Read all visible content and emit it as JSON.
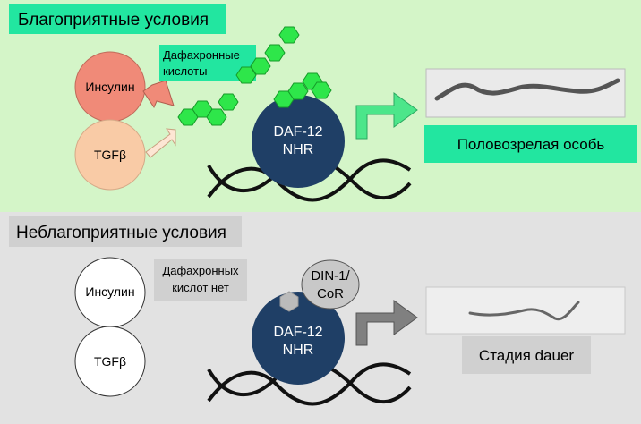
{
  "top_panel": {
    "title": "Благоприятные условия",
    "insulin_label": "Инсулин",
    "tgfb_label": "TGFβ",
    "acids_label_line1": "Дафахронные",
    "acids_label_line2": "кислоты",
    "receptor_line1": "DAF-12",
    "receptor_line2": "NHR",
    "outcome_label": "Половозрелая особь"
  },
  "bottom_panel": {
    "title": "Неблагоприятные условия",
    "insulin_label": "Инсулин",
    "tgfb_label": "TGFβ",
    "no_acids_line1": "Дафахронных",
    "no_acids_line2": "кислот нет",
    "corepressor_line1": "DIN-1/",
    "corepressor_line2": "CoR",
    "receptor_line1": "DAF-12",
    "receptor_line2": "NHR",
    "outcome_label": "Стадия dauer"
  },
  "colors": {
    "favorable_bg": "#d4f5c8",
    "unfavorable_bg": "#e2e2e2",
    "title_highlight_green": "#22e6a0",
    "insulin_fill": "#f08a78",
    "tgfb_fill": "#f9cba6",
    "receptor_fill": "#1f3f66",
    "hexagon_fill": "#2ee64a",
    "hexagon_stroke": "#159a28",
    "dna_strand": "#111111",
    "arrow_green": "#4ce68a",
    "arrow_gray": "#808080",
    "corepressor_fill": "#c8c8c8"
  }
}
